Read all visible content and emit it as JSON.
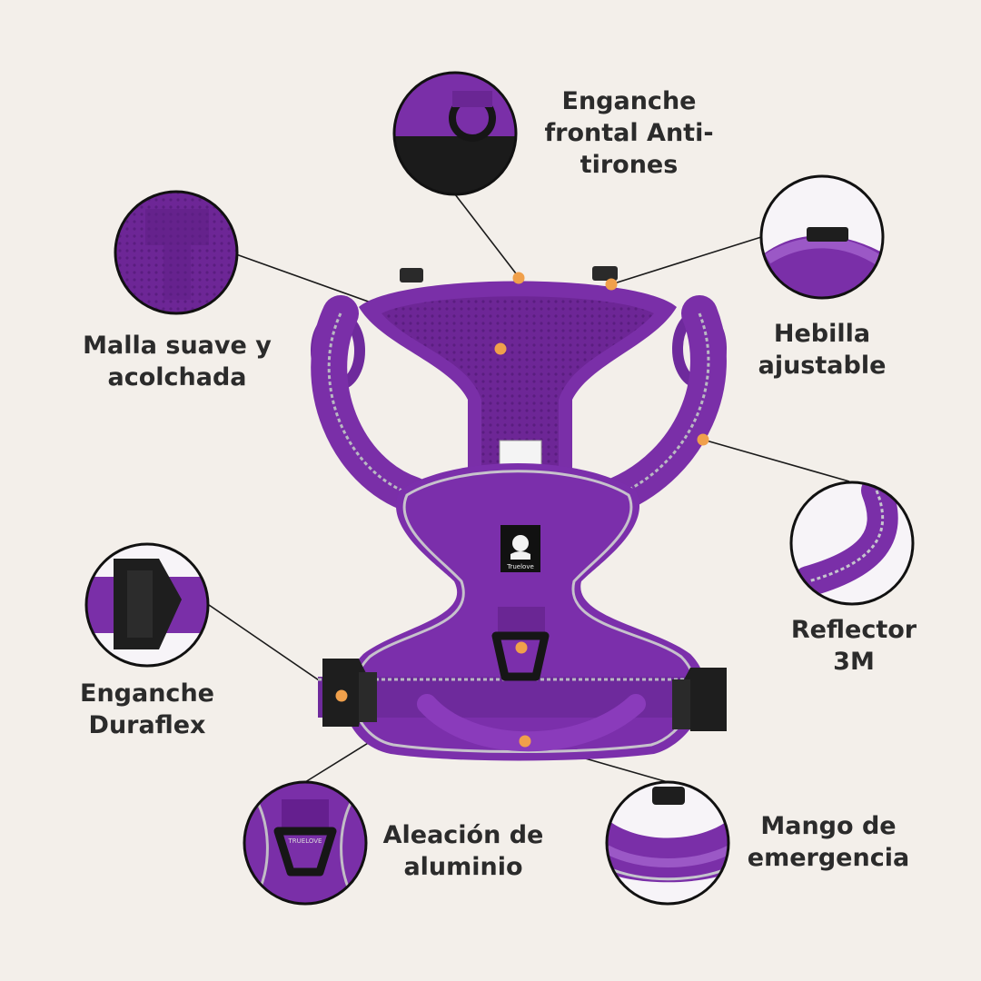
{
  "background_color": "#f3efea",
  "harness_color": "#7a2fa8",
  "dot_color": "#f0a04b",
  "product": {
    "tag_text": "Truelove",
    "ring_text": "TRUELOVE"
  },
  "callouts": [
    {
      "id": "front",
      "label": "Enganche\nfrontal Anti-\ntirones",
      "icon": "d-ring-detail"
    },
    {
      "id": "mesh",
      "label": "Malla suave y\nacolchada",
      "icon": "mesh-detail"
    },
    {
      "id": "buckle",
      "label": "Hebilla\najustable",
      "icon": "buckle-detail"
    },
    {
      "id": "reflector",
      "label": "Reflector\n3M",
      "icon": "reflective-strap-detail"
    },
    {
      "id": "duraflex",
      "label": "Enganche\nDuraflex",
      "icon": "side-buckle-detail"
    },
    {
      "id": "aluminum",
      "label": "Aleación de\naluminio",
      "icon": "aluminum-ring-detail"
    },
    {
      "id": "handle",
      "label": "Mango de\nemergencia",
      "icon": "handle-detail"
    }
  ]
}
